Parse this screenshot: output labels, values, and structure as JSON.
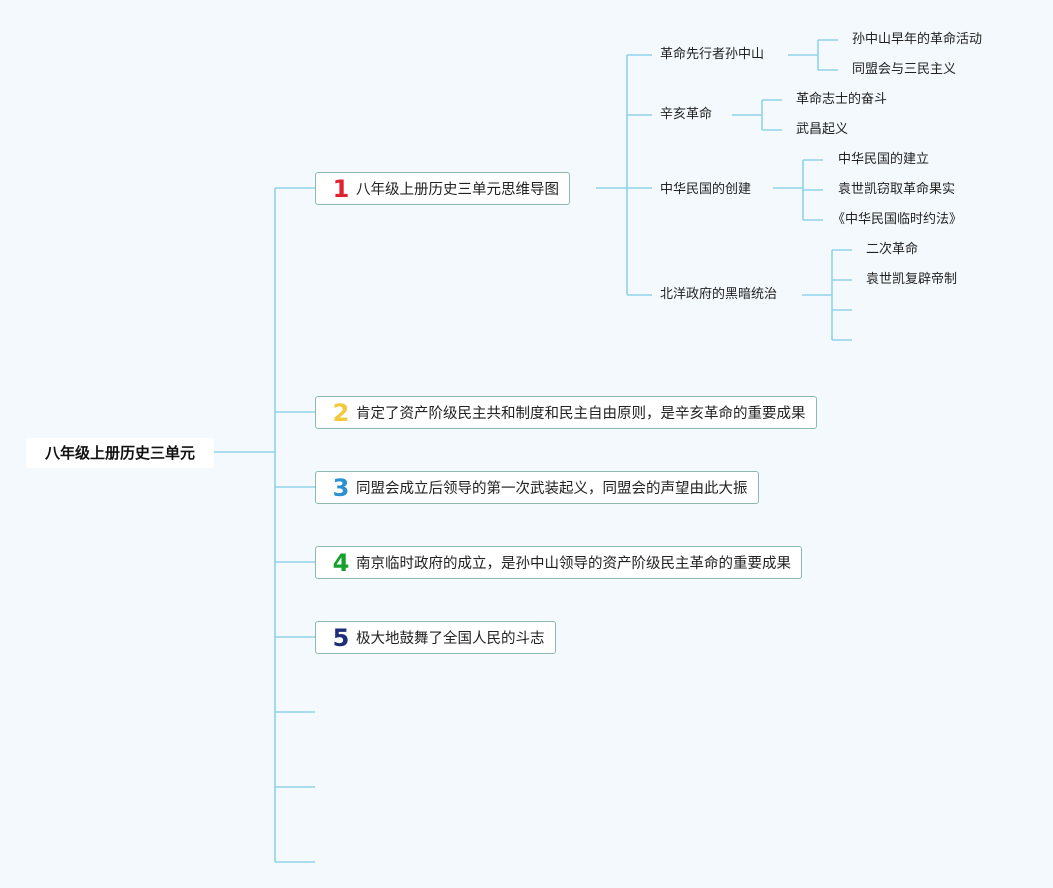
{
  "colors": {
    "background": "#f3f9fc",
    "line": "#8fd3ea",
    "box_border": "#8fb8b0",
    "num1": "#e0212f",
    "num2": "#f2c93c",
    "num3": "#2b90d0",
    "num4": "#16a02c",
    "num5": "#1c2e77"
  },
  "root": {
    "label": "八年级上册历史三单元"
  },
  "branches": [
    {
      "num": "1",
      "label": "八年级上册历史三单元思维导图"
    },
    {
      "num": "2",
      "label": "肯定了资产阶级民主共和制度和民主自由原则，是辛亥革命的重要成果"
    },
    {
      "num": "3",
      "label": "同盟会成立后领导的第一次武装起义，同盟会的声望由此大振"
    },
    {
      "num": "4",
      "label": "南京临时政府的成立，是孙中山领导的资产阶级民主革命的重要成果"
    },
    {
      "num": "5",
      "label": "极大地鼓舞了全国人民的斗志"
    }
  ],
  "topics": [
    {
      "label": "革命先行者孙中山",
      "children": [
        "孙中山早年的革命活动",
        "同盟会与三民主义"
      ]
    },
    {
      "label": "辛亥革命",
      "children": [
        "革命志士的奋斗",
        "武昌起义"
      ]
    },
    {
      "label": "中华民国的创建",
      "children": [
        "中华民国的建立",
        "袁世凯窃取革命果实",
        "《中华民国临时约法》"
      ]
    },
    {
      "label": "北洋政府的黑暗统治",
      "children": [
        "二次革命",
        "袁世凯复辟帝制"
      ]
    }
  ]
}
